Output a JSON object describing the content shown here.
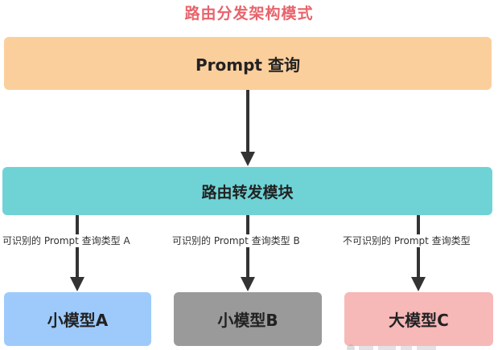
{
  "title": "路由分发架构模式",
  "nodes": {
    "query": "Prompt 查询",
    "router": "路由转发模块",
    "model_a": "小模型A",
    "model_b": "小模型B",
    "model_c": "大模型C"
  },
  "edges": {
    "to_a": "可识别的 Prompt 查询类型 A",
    "to_b": "可识别的 Prompt 查询类型 B",
    "to_c": "不可识别的 Prompt 查询类型"
  },
  "colors": {
    "title": "#e8636b",
    "query": "#fbcf9c",
    "router": "#6fd3d6",
    "model_a": "#9dcafb",
    "model_b": "#9a9a9a",
    "model_c": "#f7b8b8",
    "arrow": "#333333"
  }
}
